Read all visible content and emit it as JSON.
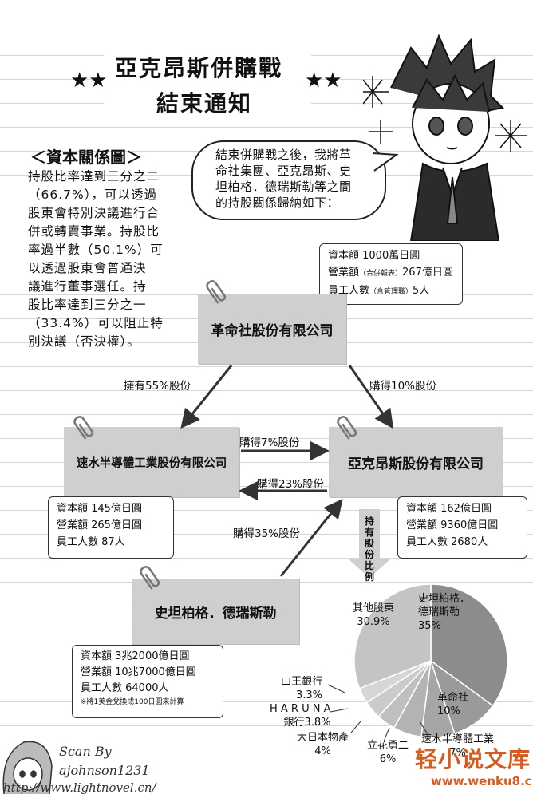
{
  "title": {
    "line1": "亞克昂斯併購戰",
    "line2": "結束通知",
    "stars": "★★"
  },
  "sidebar": {
    "heading": "＜資本關係圖＞",
    "text": "持股比率達到三分之二\n（66.7%），可以透過\n股東會特別決議進行合\n併或轉賣事業。持股比\n率過半數（50.1%）可\n以透過股東會普通決\n議進行董事選任。持\n股比率達到三分之一\n（33.4%）可以阻止特\n別決議（否決權）。"
  },
  "bubble": {
    "text": "結束併購戰之後，我將革\n命社集團、亞克昂斯、史\n坦柏格．德瑞斯勒等之間\n的持股關係歸納如下："
  },
  "companies": {
    "kakumei": "革命社股份有限公司",
    "hayami": "速水半導體工業股份有限公司",
    "akeons": "亞克昂斯股份有限公司",
    "stein": "史坦柏格．德瑞斯勒"
  },
  "info": {
    "kakumei": {
      "l1": "資本額 1000萬日圓",
      "l2a": "營業額",
      "l2b": "（合併報表）",
      "l2c": "267億日圓",
      "l3a": "員工人數",
      "l3b": "（含管理職）",
      "l3c": "5人"
    },
    "hayami": {
      "l1": "資本額 145億日圓",
      "l2": "營業額 265億日圓",
      "l3": "員工人數 87人"
    },
    "akeons": {
      "l1": "資本額 162億日圓",
      "l2": "營業額 9360億日圓",
      "l3": "員工人數 2680人"
    },
    "stein": {
      "l1": "資本額 3兆2000億日圓",
      "l2": "營業額 10兆7000億日圓",
      "l3": "員工人數 64000人",
      "note": "※將1美金兌換成100日圓來計算"
    }
  },
  "arrows": {
    "a1": "擁有55%股份",
    "a2": "購得10%股份",
    "a3": "購得7%股份",
    "a4": "購得23%股份",
    "a5": "購得35%股份"
  },
  "pie_arrow_label": [
    "持",
    "有",
    "股",
    "份",
    "比",
    "例"
  ],
  "chart_data": {
    "type": "pie",
    "title": "",
    "slices": [
      {
        "label": "史坦柏格．德瑞斯勒",
        "value": 35,
        "display": "35%",
        "color": "#8c8c8c"
      },
      {
        "label": "革命社",
        "value": 10,
        "display": "10%",
        "color": "#9a9a9a"
      },
      {
        "label": "速水半導體工業",
        "value": 7,
        "display": "7%",
        "color": "#a6a6a6"
      },
      {
        "label": "立花勇二",
        "value": 6,
        "display": "6%",
        "color": "#b3b3b3"
      },
      {
        "label": "大日本物產",
        "value": 4,
        "display": "4%",
        "color": "#bfbfbf"
      },
      {
        "label": "HARUNA銀行",
        "value": 3.8,
        "display": "3.8%",
        "color": "#cbcbcb"
      },
      {
        "label": "山王銀行",
        "value": 3.3,
        "display": "3.3%",
        "color": "#d6d6d6"
      },
      {
        "label": "其他股東",
        "value": 30.9,
        "display": "30.9%",
        "color": "#c4c4c4"
      }
    ],
    "captions": {
      "stein": "史坦柏格．\n德瑞斯勒\n35%",
      "kakumei": "革命社\n10%",
      "hayami": "速水半導體工業\n7%",
      "tachibana": "立花勇二\n6%",
      "dainippon": "大日本物產\n4%",
      "haruna": "H A R U N A\n銀行3.8%",
      "sanno": "山王銀行\n3.3%",
      "other": "其他股東\n30.9%"
    }
  },
  "credit": {
    "scan": "Scan By",
    "user": "ajohnson1231",
    "url": "http://www.lightnovel.cn/"
  },
  "watermark": {
    "logo": "轻小说文库",
    "site": "www.wenku8.cn"
  }
}
